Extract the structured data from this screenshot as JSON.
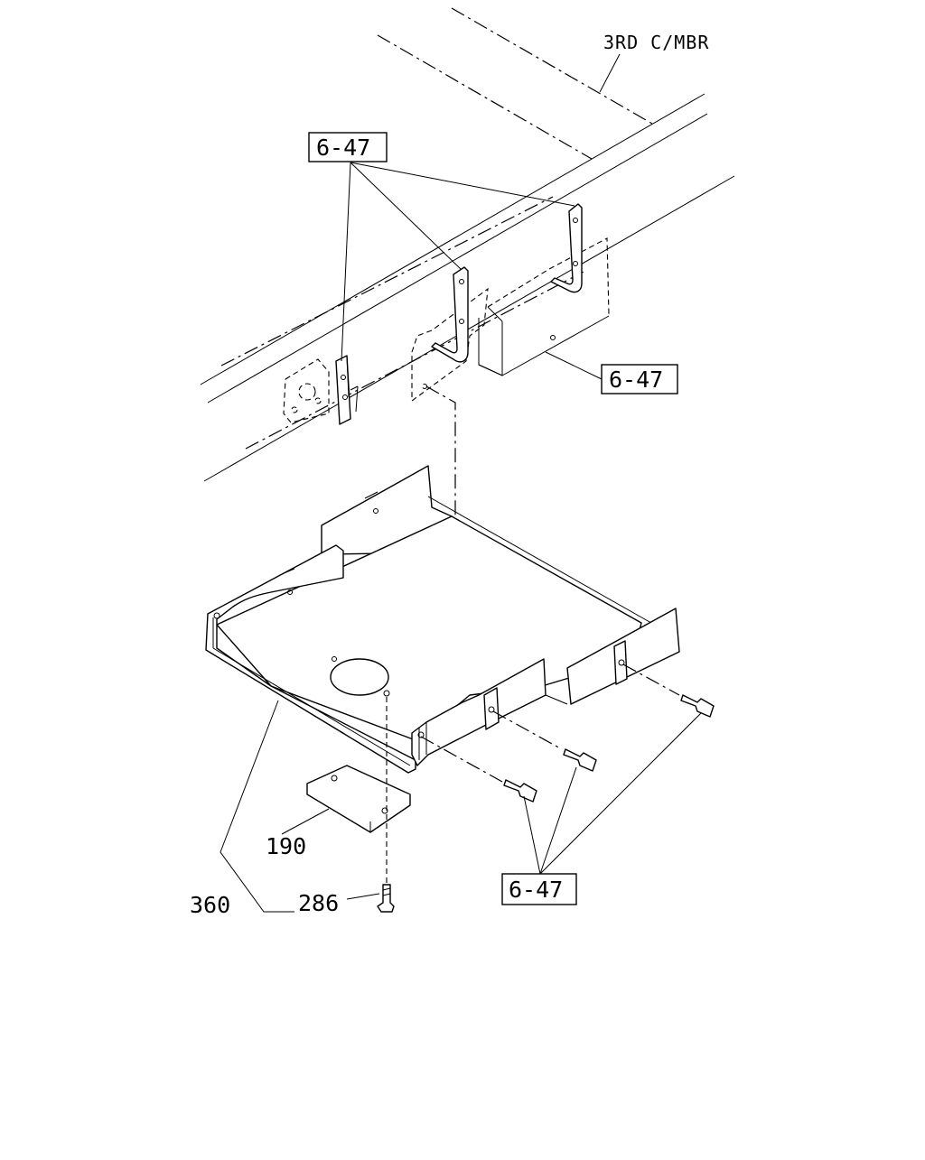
{
  "diagram": {
    "member_label": "3RD C/MBR",
    "ref_boxes": {
      "top": "6-47",
      "right": "6-47",
      "bottom": "6-47"
    },
    "part_numbers": {
      "plate": "190",
      "bracket": "360",
      "bolt": "286"
    }
  }
}
